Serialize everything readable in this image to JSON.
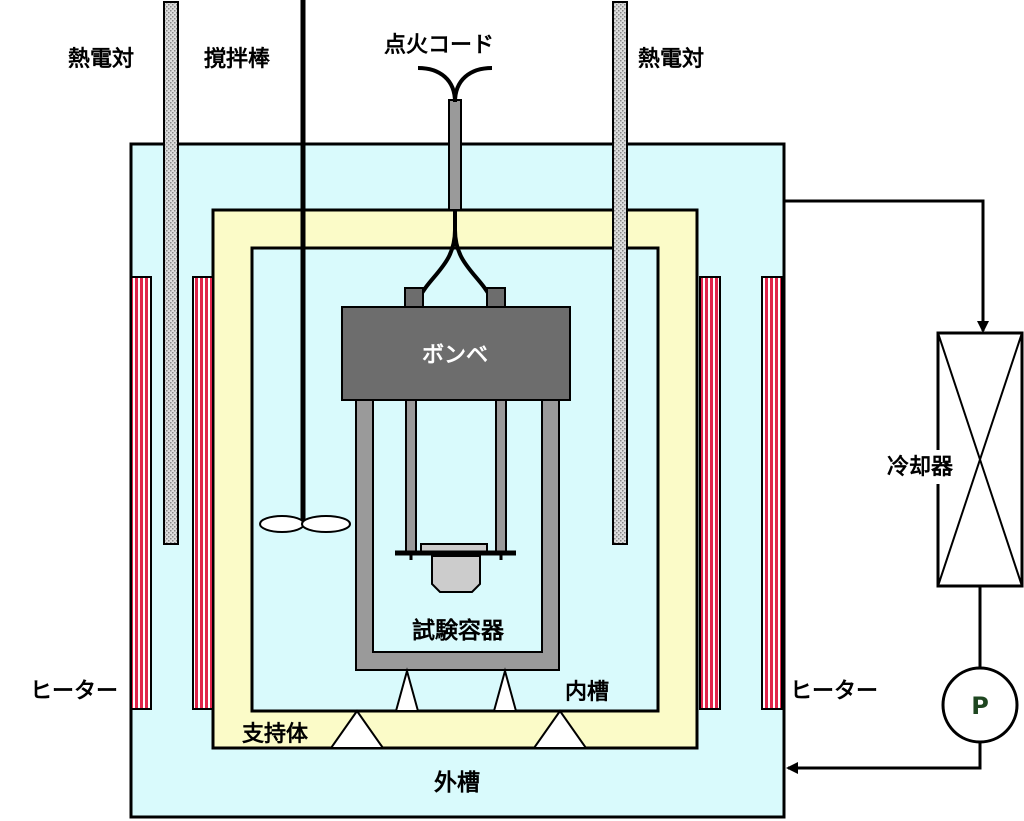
{
  "labels": {
    "thermocouple_left": "熱電対",
    "stirrer": "撹拌棒",
    "ignition_cord": "点火コード",
    "thermocouple_right": "熱電対",
    "bomb": "ボンベ",
    "test_vessel": "試験容器",
    "inner_tank": "内槽",
    "support": "支持体",
    "outer_tank": "外槽",
    "heater_left": "ヒーター",
    "heater_right": "ヒーター",
    "cooler": "冷却器",
    "pump": "P"
  },
  "colors": {
    "outer_tank_fill": "#d9fafc",
    "jacket_fill": "#fbfbc8",
    "bomb_fill": "#6d6d6d",
    "heater_stripe": "#e0244a",
    "pump_text": "#1e4620"
  }
}
